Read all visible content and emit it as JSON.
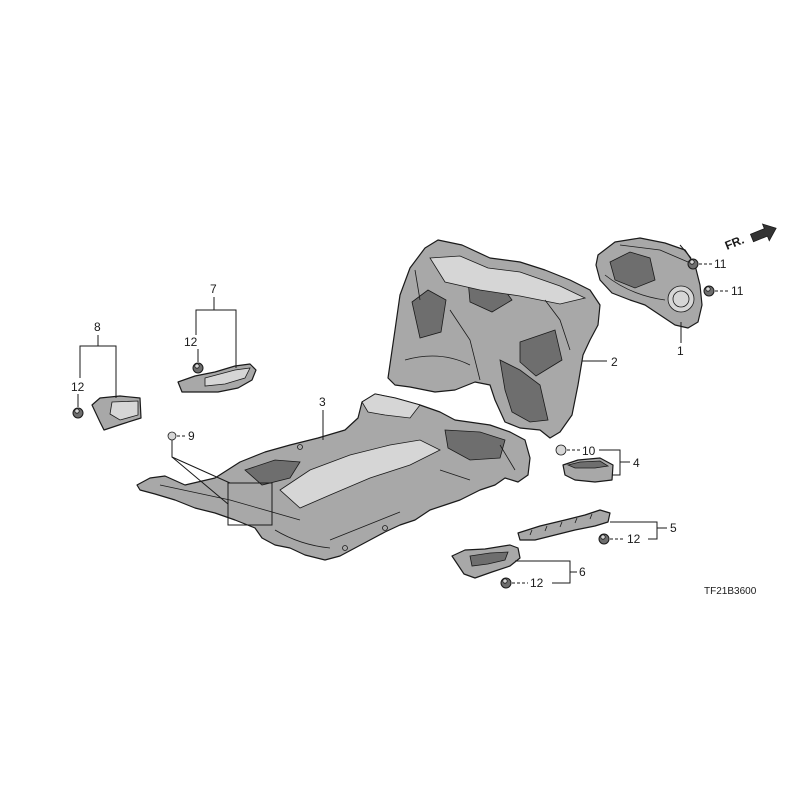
{
  "diagram": {
    "direction_label": "FR.",
    "reference_code": "TF21B3600",
    "callouts": {
      "part_1": "1",
      "part_2": "2",
      "part_3": "3",
      "part_4": "4",
      "part_5": "5",
      "part_6": "6",
      "part_7": "7",
      "part_8": "8",
      "part_9": "9",
      "part_10": "10",
      "part_11_upper": "11",
      "part_11_lower": "11",
      "part_12_at_7": "12",
      "part_12_at_8": "12",
      "part_12_at_5": "12",
      "part_12_at_6": "12"
    }
  },
  "colors": {
    "background": "#ffffff",
    "part_fill": "#a8a8a8",
    "part_shadow": "#6e6e6e",
    "part_highlight": "#d6d6d6",
    "line": "#1a1a1a"
  }
}
